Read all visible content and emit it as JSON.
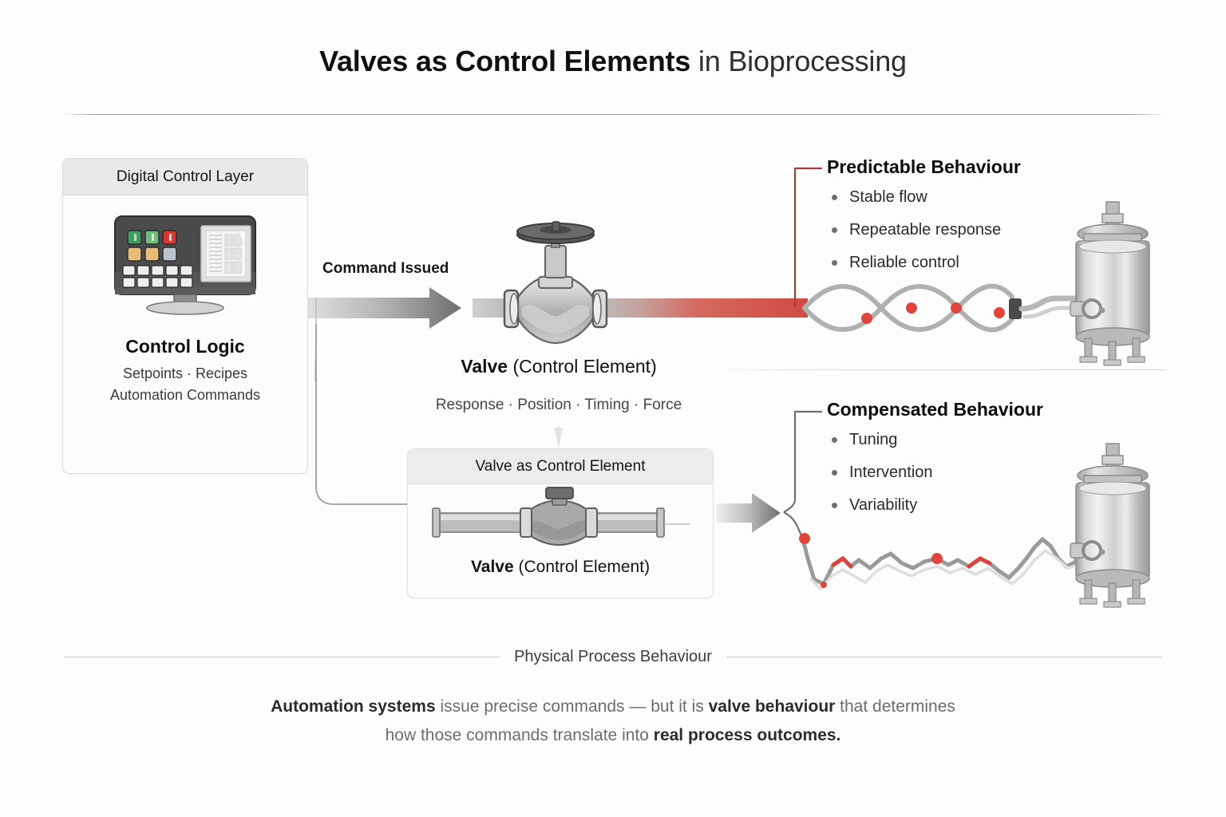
{
  "title": {
    "strong": "Valves as Control Elements",
    "light": " in Bioprocessing"
  },
  "control_panel": {
    "header": "Digital Control Layer",
    "icon": "hmi-control-panel-icon",
    "heading": "Control Logic",
    "sub_line_1": "Setpoints · Recipes",
    "sub_line_2": "Automation Commands",
    "hmi": {
      "button_colors": [
        "#3f9e5e",
        "#6dbd7a",
        "#d8382f",
        "#e8bc72",
        "#e8bc72",
        "#b9c3d2"
      ]
    }
  },
  "flow": {
    "command_label": "Command Issued",
    "valve_icon": "globe-valve-icon",
    "valve_caption_bold": "Valve",
    "valve_caption_regular": " (Control Element)",
    "valve_attributes": "Response · Position · Timing · Force",
    "pipe_color_inlet": "#b8b8b8",
    "pipe_color_outlet": "#d04a42"
  },
  "valve_card": {
    "header": "Valve as Control Element",
    "icon": "inline-valve-pipe-icon",
    "caption_bold": "Valve",
    "caption_regular": " (Control Element)"
  },
  "behaviours": [
    {
      "id": "predictable",
      "title": "Predictable Behaviour",
      "connector_color": "#a83a3a",
      "items": [
        "Stable flow",
        "Repeatable response",
        "Reliable control"
      ],
      "vessel_icon": "bioreactor-vessel-icon",
      "waveform": "stable-braided-flow"
    },
    {
      "id": "compensated",
      "title": "Compensated Behaviour",
      "connector_color": "#7d7d7d",
      "items": [
        "Tuning",
        "Intervention",
        "Variability"
      ],
      "vessel_icon": "bioreactor-vessel-icon",
      "waveform": "unstable-variable-flow"
    }
  ],
  "footer": {
    "divider_label": "Physical Process Behaviour",
    "line_1_a": "Automation systems ",
    "line_1_b": "issue precise commands — but it is ",
    "line_1_c": "valve behaviour ",
    "line_1_d": "that determines",
    "line_2_a": "how those commands translate into ",
    "line_2_b": "real process outcomes."
  },
  "colors": {
    "accent_red": "#d04a42",
    "marker_red": "#e0453c",
    "metal_light": "#e3e3e3",
    "metal_mid": "#b6b6b6",
    "metal_dark": "#6f6f6f",
    "panel_header": "#e9e9e9",
    "rule": "#c9c9c9"
  }
}
